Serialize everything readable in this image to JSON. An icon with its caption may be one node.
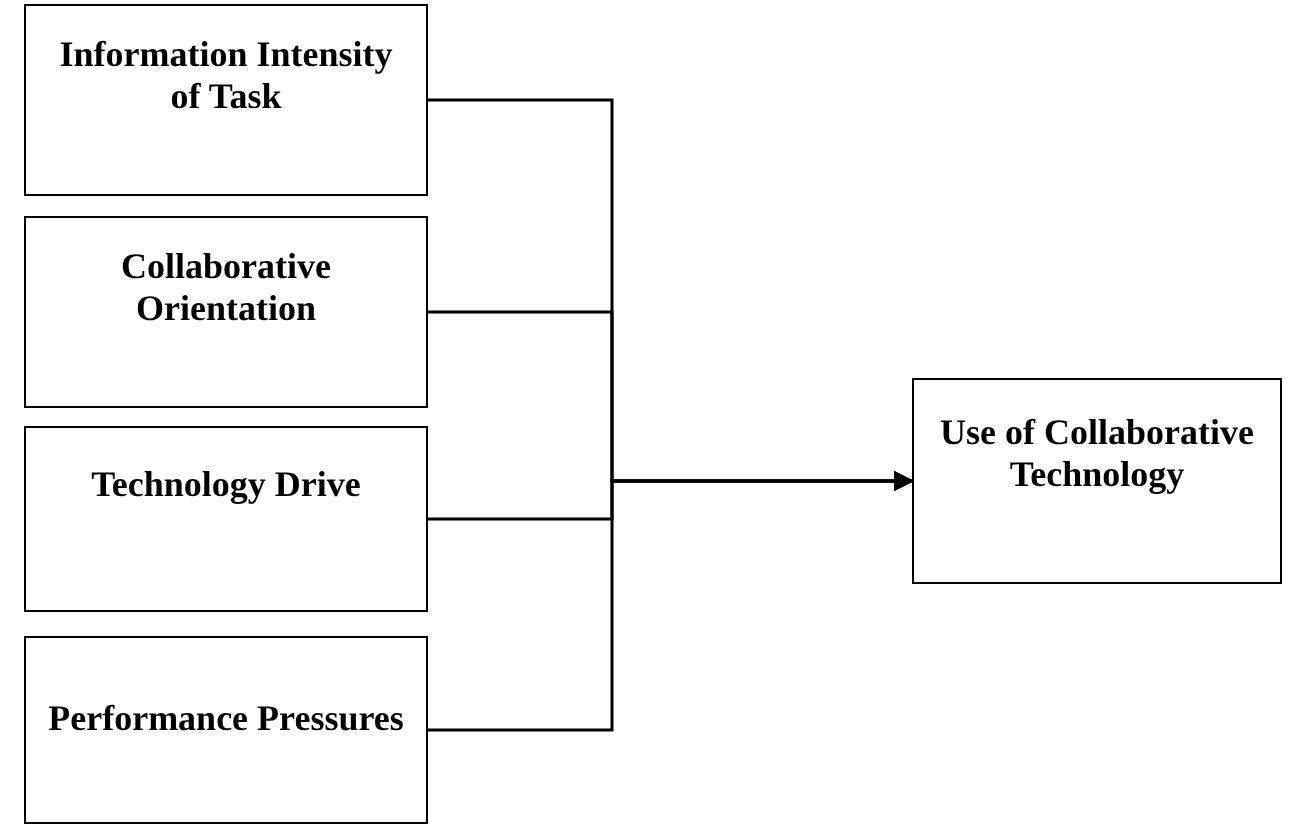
{
  "diagram": {
    "nodes": [
      {
        "text": [
          "Information Intensity of Task"
        ]
      },
      {
        "text": [
          "Collaborative Orientation"
        ]
      },
      {
        "text": [
          "Technology Drive"
        ]
      },
      {
        "text": [
          "Performance Pressures"
        ]
      },
      {
        "text": [
          "Use of Collaborative Technology"
        ]
      }
    ],
    "edges": [
      {
        "from": 0,
        "to": 4,
        "arrow": "to"
      },
      {
        "from": 1,
        "to": 4,
        "arrow": "to"
      },
      {
        "from": 2,
        "to": 4,
        "arrow": "to"
      },
      {
        "from": 3,
        "to": 4,
        "arrow": "to"
      }
    ]
  }
}
